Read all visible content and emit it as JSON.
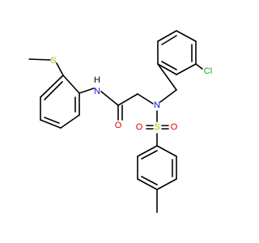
{
  "molecule": {
    "atoms": {
      "s_thioether": {
        "text": "S",
        "color": "#b5b500"
      },
      "nh_amide": {
        "text": "H",
        "color": "#000000"
      },
      "n_amide": {
        "text": "N",
        "color": "#1010e0"
      },
      "o_carbonyl": {
        "text": "O",
        "color": "#e00000"
      },
      "n_sulfonamide": {
        "text": "N",
        "color": "#1010e0"
      },
      "cl": {
        "text": "Cl",
        "color": "#1fa31f"
      },
      "s_sulfonyl": {
        "text": "S",
        "color": "#b5b500"
      },
      "o_sulfonyl_left": {
        "text": "O",
        "color": "#e00000"
      },
      "o_sulfonyl_right": {
        "text": "O",
        "color": "#e00000"
      }
    }
  }
}
